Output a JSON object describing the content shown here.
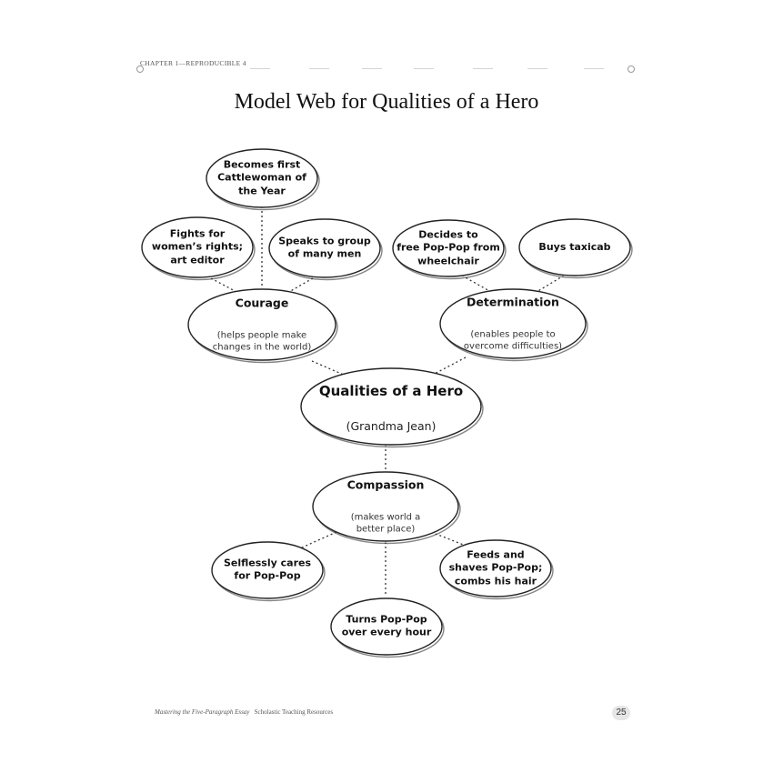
{
  "header": {
    "label": "Chapter 1—Reproducible 4"
  },
  "title": "Model Web for Qualities of a Hero",
  "center": {
    "title": "Qualities of a Hero",
    "subtitle": "(Grandma Jean)"
  },
  "categories": {
    "courage": {
      "title": "Courage",
      "subtitle": "(helps people make\nchanges in the world)"
    },
    "determination": {
      "title": "Determination",
      "subtitle": "(enables people to\novercome difficulties)"
    },
    "compassion": {
      "title": "Compassion",
      "subtitle": "(makes world a\nbetter place)"
    }
  },
  "details": {
    "cattlewoman": "Becomes first\nCattlewoman of\nthe Year",
    "womens_rights": "Fights for\nwomen’s rights;\nart editor",
    "speaks": "Speaks to group\nof many men",
    "decides": "Decides to\nfree Pop-Pop from\nwheelchair",
    "taxicab": "Buys taxicab",
    "selflessly": "Selflessly cares\nfor Pop-Pop",
    "turns": "Turns Pop-Pop\nover every hour",
    "feeds": "Feeds and\nshaves Pop-Pop;\ncombs his hair"
  },
  "footer": {
    "book": "Mastering the Five-Paragraph Essay",
    "publisher": "Scholastic Teaching Resources",
    "page": "25"
  }
}
